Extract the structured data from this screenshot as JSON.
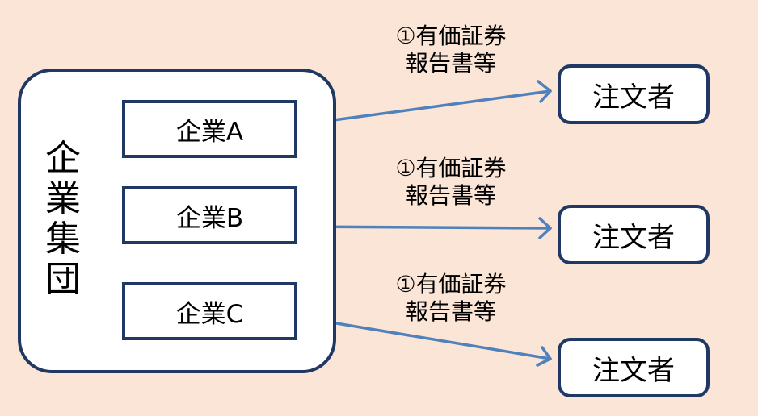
{
  "group": {
    "label_chars": [
      "企",
      "業",
      "集",
      "団"
    ]
  },
  "companies": [
    {
      "label": "企業A"
    },
    {
      "label": "企業B"
    },
    {
      "label": "企業C"
    }
  ],
  "reports": [
    {
      "line1": "①有価証券",
      "line2": "報告書等"
    },
    {
      "line1": "①有価証券",
      "line2": "報告書等"
    },
    {
      "line1": "①有価証券",
      "line2": "報告書等"
    }
  ],
  "orderers": [
    {
      "label": "注文者"
    },
    {
      "label": "注文者"
    },
    {
      "label": "注文者"
    }
  ],
  "colors": {
    "background": "#fbe5d6",
    "box_border": "#1f3864",
    "arrow": "#4f81bd"
  }
}
